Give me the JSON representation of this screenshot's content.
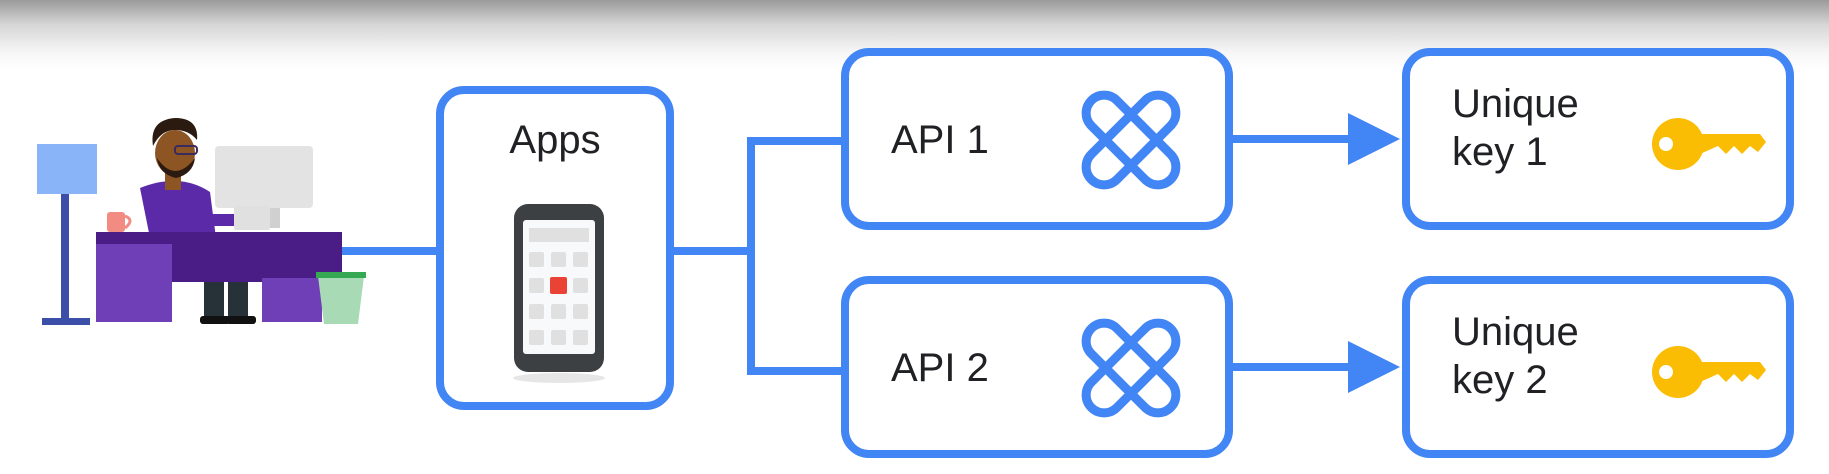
{
  "apps": {
    "label": "Apps"
  },
  "apis": [
    {
      "label": "API 1",
      "icon": "api-cross-icon"
    },
    {
      "label": "API 2",
      "icon": "api-cross-icon"
    }
  ],
  "keys": [
    {
      "label": "Unique\nkey 1",
      "icon": "key-icon"
    },
    {
      "label": "Unique\nkey 2",
      "icon": "key-icon"
    }
  ],
  "colors": {
    "accent": "#4285f4",
    "key": "#fbbc04",
    "person_shirt": "#5b2aa8",
    "desk": "#4a1c86"
  }
}
